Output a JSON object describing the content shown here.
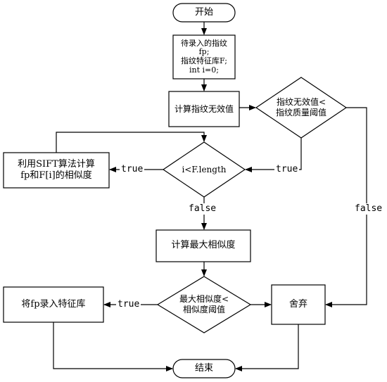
{
  "diagram": {
    "start": "开始",
    "input_box": "待录入的指纹\nfp;\n指纹特征库F;\nint i=0;",
    "compute_invalid": "计算指纹无效值",
    "decision_quality": "指纹无效值<\n指纹质量阈值",
    "decision_length": "i<F.length",
    "sift_box": "利用SIFT算法计算\nfp和F[i]的相似度",
    "compute_max": "计算最大相似度",
    "decision_similarity": "最大相似度<\n相似度阈值",
    "enroll_box": "将fp录入特征库",
    "discard_box": "舍弃",
    "end": "结束",
    "label_true_quality": "true",
    "label_false_quality": "false",
    "label_true_length": "true",
    "label_false_length": "false",
    "label_true_similarity": "true"
  },
  "colors": {
    "stroke": "#000000",
    "fill": "#ffffff"
  }
}
